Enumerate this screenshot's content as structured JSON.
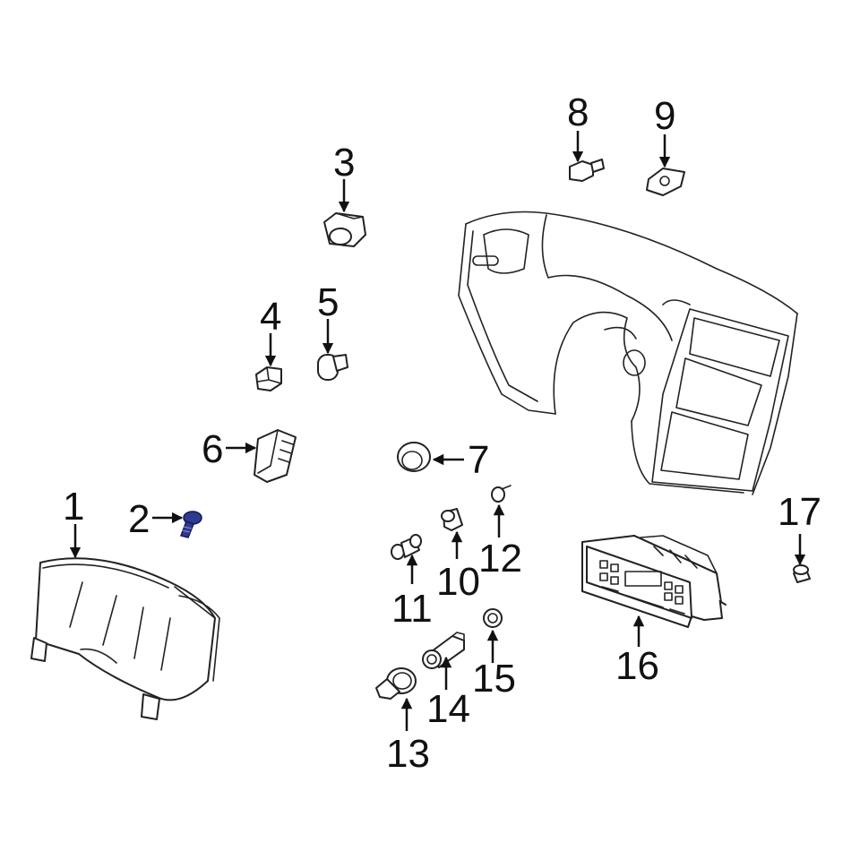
{
  "diagram": {
    "highlight_color": "#2f3b8f",
    "line_color": "#222222",
    "callouts": [
      {
        "id": "1",
        "label": "1"
      },
      {
        "id": "2",
        "label": "2"
      },
      {
        "id": "3",
        "label": "3"
      },
      {
        "id": "4",
        "label": "4"
      },
      {
        "id": "5",
        "label": "5"
      },
      {
        "id": "6",
        "label": "6"
      },
      {
        "id": "7",
        "label": "7"
      },
      {
        "id": "8",
        "label": "8"
      },
      {
        "id": "9",
        "label": "9"
      },
      {
        "id": "10",
        "label": "10"
      },
      {
        "id": "11",
        "label": "11"
      },
      {
        "id": "12",
        "label": "12"
      },
      {
        "id": "13",
        "label": "13"
      },
      {
        "id": "14",
        "label": "14"
      },
      {
        "id": "15",
        "label": "15"
      },
      {
        "id": "16",
        "label": "16"
      },
      {
        "id": "17",
        "label": "17"
      }
    ],
    "highlighted_part": "2"
  }
}
